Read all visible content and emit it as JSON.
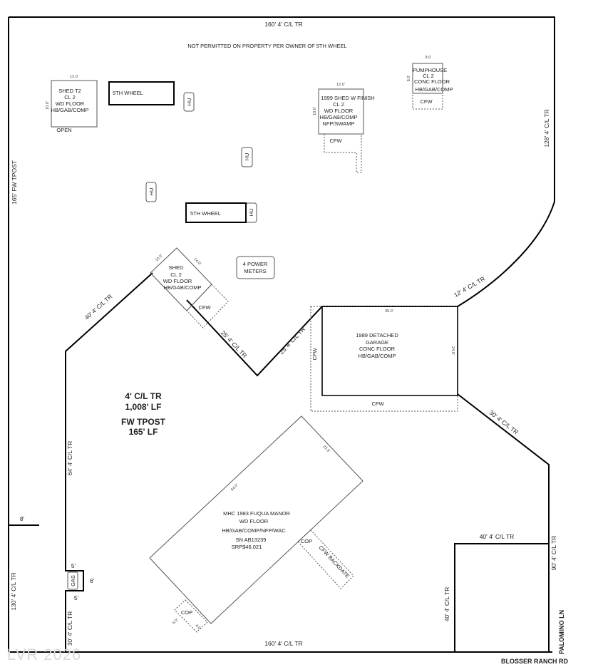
{
  "fence_labels": {
    "top": "160' 4' C/L TR",
    "right_upper": "128' 4' C/L TR",
    "left": "165' FW TPOST",
    "diag_upper_left": "40' 4' C/L TR",
    "diag_mid_1": "25' 4' C/L TR",
    "diag_mid_2": "25' 4' C/L TR",
    "diag_right_short": "12' 4' C/L TR",
    "diag_right_lower": "30' 4' C/L TR",
    "left_mid": "64' 4' C/L TR",
    "left_lower": "130' 4' C/L TR",
    "left_bottom": "30' 4' C/L TR",
    "bottom": "160' 4' C/L TR",
    "right_box_top": "40' 4' C/L TR",
    "right_box_right": "90' 4' C/L TR",
    "right_box_left": "40' 4' C/L TR"
  },
  "note": "NOT PERMITTED ON PROPERTY PER OWNER OF 5TH WHEEL",
  "shed_t2": {
    "lines": [
      "SHED T2",
      "CL 2",
      "WD FLOOR",
      "HB/GAB/COMP"
    ],
    "width": "12.0'",
    "depth": "10.0'",
    "extra": "OPEN"
  },
  "fifth_wheel_top": "5TH WHEEL",
  "fifth_wheel_bottom": "5TH WHEEL",
  "hu_label": "HU",
  "shed_1999": {
    "lines": [
      "1999 SHED W FINISH",
      "CL 2",
      "WD FLOOR",
      "HB/GAB/COMP",
      "NFP/SWAMP"
    ],
    "width": "12.0'",
    "depth": "10.0'",
    "porch": "CFW"
  },
  "pumphouse": {
    "lines": [
      "PUMPHOUSE",
      "CL 2",
      "CONC FLOOR",
      "HB/GAB/COMP"
    ],
    "width": "8.0'",
    "depth": "8.0'",
    "porch": "CFW"
  },
  "power_meters": [
    "4 POWER",
    "METERS"
  ],
  "shed_mid": {
    "lines": [
      "SHED",
      "CL 2",
      "WD FLOOR",
      "HB/GAB/COMP"
    ],
    "width": "14.0'",
    "depth": "10.0'",
    "porch": "CFW"
  },
  "garage": {
    "lines": [
      "1989 DETACHED",
      "GARAGE",
      "CONC FLOOR",
      "HB/GAB/COMP"
    ],
    "width": "35.0'",
    "depth": "24.0'",
    "porch_bottom": "CFW",
    "porch_left": "CFW"
  },
  "totals": [
    "4' C/L TR",
    "1,008' LF",
    "FW TPOST",
    "165' LF"
  ],
  "mhc": {
    "lines": [
      "MHC 1983 FUQUA MANOR",
      "WD FLOOR",
      "HB/GAB/COMP/NFP/WAC",
      "SN AB13239",
      "SRP$46,021"
    ],
    "length": "64.0'",
    "width": "23.5'",
    "cop": "COP",
    "cfw_backdate": "CFW BACKDATE",
    "cop_bottom": "COP",
    "cop_dim_a": "6.0'",
    "cop_dim_b": "4.0'"
  },
  "gas": {
    "label": "GAS",
    "dim_top": "5'",
    "dim_right": "6'",
    "dim_bottom": "5'"
  },
  "left_stub": "8'",
  "road_bottom": "BLOSSER RANCH RD",
  "road_right": "PALOMINO LN",
  "watermark": "LVR 2026"
}
